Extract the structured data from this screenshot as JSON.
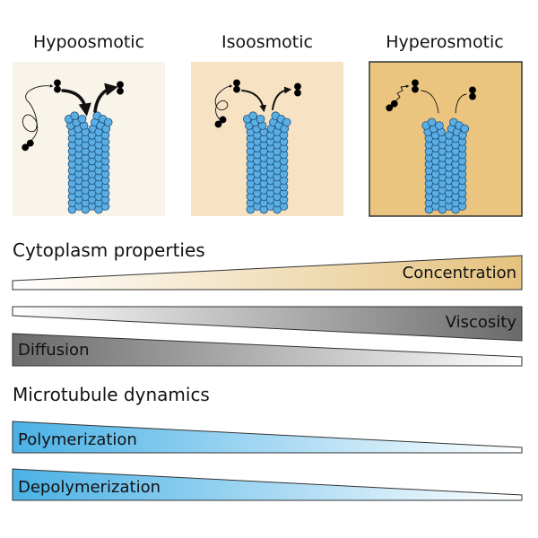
{
  "conditions": [
    {
      "title": "Hypoosmotic",
      "fill": "#f9f4e9"
    },
    {
      "title": "Isoosmotic",
      "fill": "#f7e2c4"
    },
    {
      "title": "Hyperosmotic",
      "fill": "#ebc57f"
    }
  ],
  "cytoplasm_properties": {
    "heading": "Cytoplasm properties",
    "concentration_label": "Concentration",
    "viscosity_label": "Viscosity",
    "diffusion_label": "Diffusion"
  },
  "microtubule_dynamics": {
    "heading": "Microtubule dynamics",
    "polymerization_label": "Polymerization",
    "depolymerization_label": "Depolymerization"
  },
  "colors": {
    "concentration": "#e5c27e",
    "viscosity": "#6a6a6a",
    "diffusion": "#6a6a6a",
    "microtubule_dynamics": "#4ab1e6",
    "tubulin": "#5aaee3",
    "tubulin_outline": "#1d4f7a"
  }
}
